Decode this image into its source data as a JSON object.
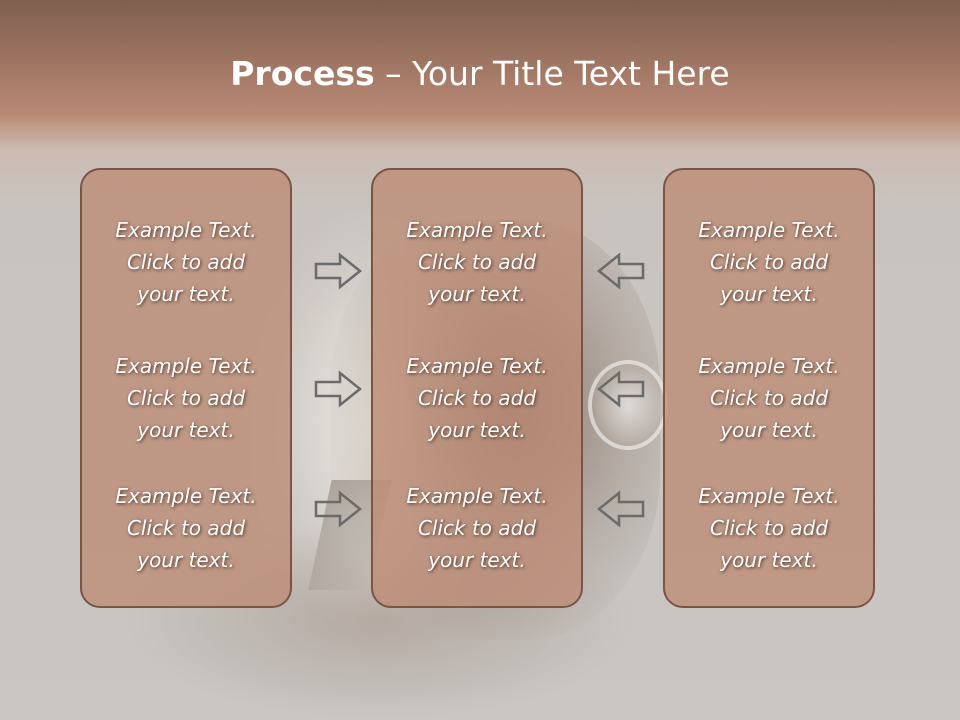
{
  "slide": {
    "title_strong": "Process",
    "title_rest": " – Your Title Text Here",
    "accent_color": "#bd8c74",
    "border_color": "#7a5545"
  },
  "columns": [
    {
      "cells": [
        "Example Text.\nClick  to add\nyour text.",
        "Example Text.\nClick  to add\nyour text.",
        "Example Text.\nClick  to add\nyour text."
      ]
    },
    {
      "cells": [
        "Example Text.\nClick  to add\nyour text.",
        "Example Text.\nClick  to add\nyour text.",
        "Example Text.\nClick  to add\nyour text."
      ]
    },
    {
      "cells": [
        "Example Text.\nClick  to add\nyour text.",
        "Example Text.\nClick  to add\nyour text.",
        "Example Text.\nClick  to add\nyour text."
      ]
    }
  ],
  "arrows": {
    "left_icon": "arrow-right-icon",
    "right_icon": "arrow-left-icon"
  }
}
